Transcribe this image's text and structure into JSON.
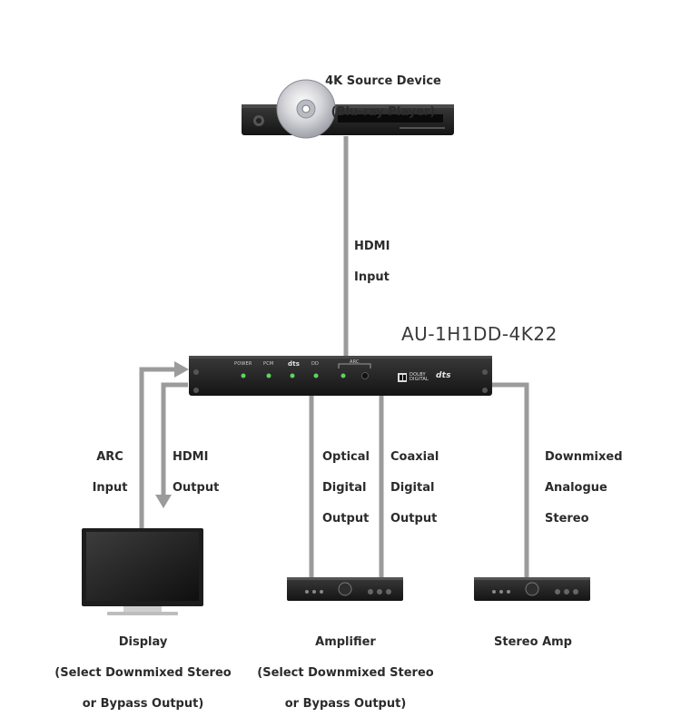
{
  "source": {
    "title_line1": "4K Source Device",
    "title_line2": "(Blu-ray Player)"
  },
  "hdmi_input": {
    "line1": "HDMI",
    "line2": "Input"
  },
  "model": "AU-1H1DD-4K22",
  "front_panel": {
    "power": "POWER",
    "pcm": "PCM",
    "dts": "dts",
    "dolby_mark": "DD",
    "arc": "ARC",
    "dolby_logo": "DOLBY\nDIGITAL",
    "dts_logo": "dts"
  },
  "arc_input": {
    "line1": "ARC",
    "line2": "Input"
  },
  "hdmi_output": {
    "line1": "HDMI",
    "line2": "Output"
  },
  "optical": {
    "line1": "Optical",
    "line2": "Digital",
    "line3": "Output"
  },
  "coaxial": {
    "line1": "Coaxial",
    "line2": "Digital",
    "line3": "Output"
  },
  "downmixed": {
    "line1": "Downmixed",
    "line2": "Analogue",
    "line3": "Stereo"
  },
  "display": {
    "line1": "Display",
    "line2": "(Select Downmixed Stereo",
    "line3": "or Bypass Output)"
  },
  "amplifier": {
    "line1": "Amplifier",
    "line2": "(Select Downmixed Stereo",
    "line3": "or Bypass Output)"
  },
  "stereo_amp": {
    "line1": "Stereo Amp"
  },
  "colors": {
    "cable": "#9b9b9b",
    "device_body": "#2a2a2a",
    "led": "#5fd35f"
  }
}
